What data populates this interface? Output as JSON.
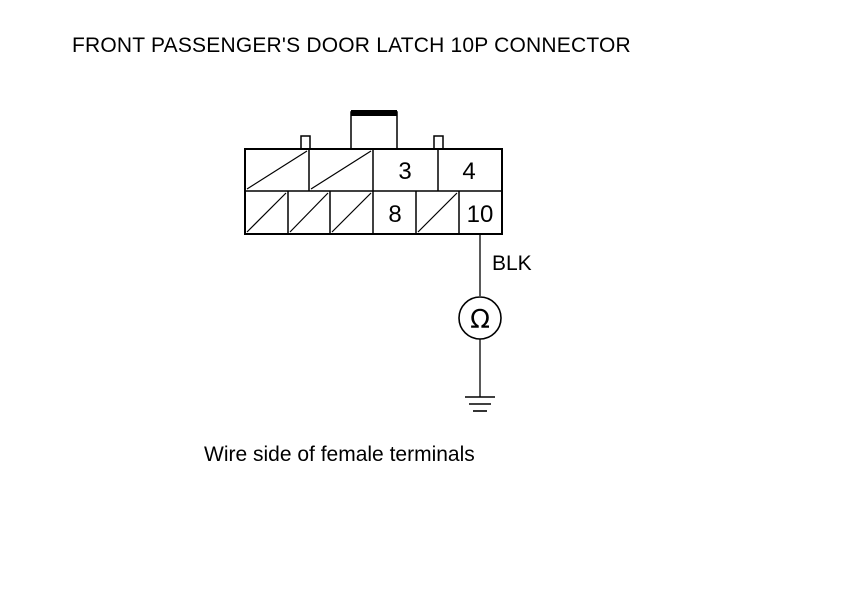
{
  "diagram": {
    "title": "FRONT PASSENGER'S DOOR LATCH 10P CONNECTOR",
    "caption": "Wire side of female terminals",
    "connector": {
      "terminals": {
        "t3": "3",
        "t4": "4",
        "t8": "8",
        "t10": "10"
      },
      "empty_cavities_marked": "diagonal-slash"
    },
    "wire": {
      "terminal": "10",
      "color": "BLK"
    },
    "meter": {
      "symbol": "Ω",
      "icon": "ohmmeter-icon"
    },
    "ground": {
      "icon": "ground-icon"
    }
  }
}
